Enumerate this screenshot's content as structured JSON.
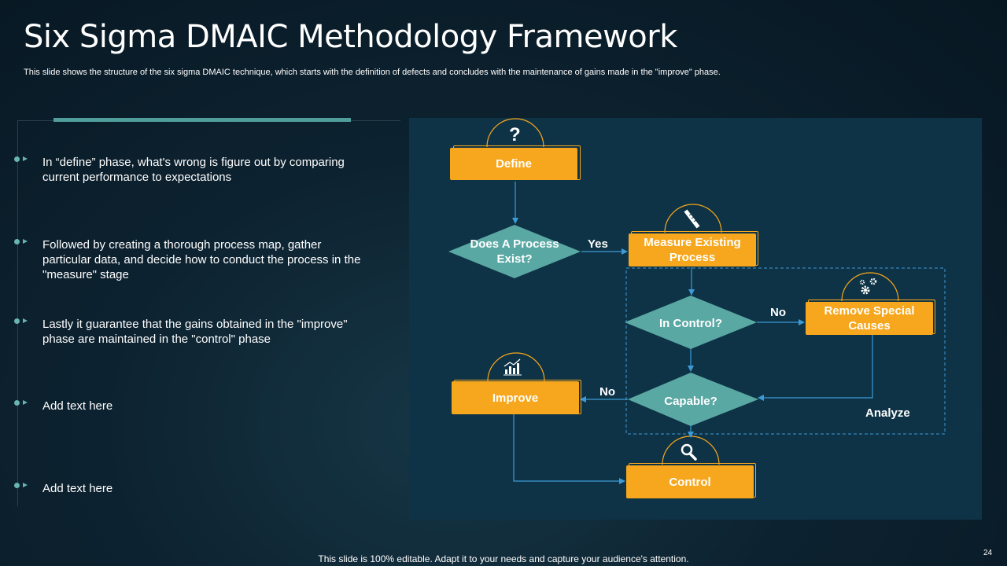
{
  "slide": {
    "title": "Six Sigma DMAIC Methodology Framework",
    "subtitle": "This slide shows the structure of the six sigma DMAIC technique, which starts with the definition of defects and concludes with the maintenance of gains made in the \"improve\" phase.",
    "footer": "This slide is 100% editable. Adapt it to your needs and capture your audience's attention.",
    "page_number": "24"
  },
  "bullets": [
    "In “define” phase, what's wrong is figure out by comparing current performance to expectations",
    "Followed by creating a thorough process map, gather particular data, and decide how to conduct the process in the \"measure\" stage",
    "Lastly it guarantee that the gains obtained in the \"improve\" phase are maintained in the \"control\" phase",
    "Add text here",
    "Add text here"
  ],
  "flowchart": {
    "define": "Define",
    "does_process_exist": "Does A Process Exist?",
    "yes_label": "Yes",
    "measure": "Measure Existing Process",
    "in_control": "In Control?",
    "no_label_top": "No",
    "remove_special_causes": "Remove Special Causes",
    "capable": "Capable?",
    "no_label_bottom": "No",
    "improve": "Improve",
    "analyze": "Analyze",
    "control": "Control",
    "question_mark": "?",
    "icons": [
      "question-icon",
      "ruler-icon",
      "gears-icon",
      "chart-icon",
      "magnifier-icon"
    ]
  },
  "colors": {
    "accent_orange": "#f6a71d",
    "diamond_teal": "#5aa8a4",
    "connector_blue": "#3d9ad6",
    "panel_bg": "#0e3346",
    "accent_bar": "#4f9e9b"
  }
}
